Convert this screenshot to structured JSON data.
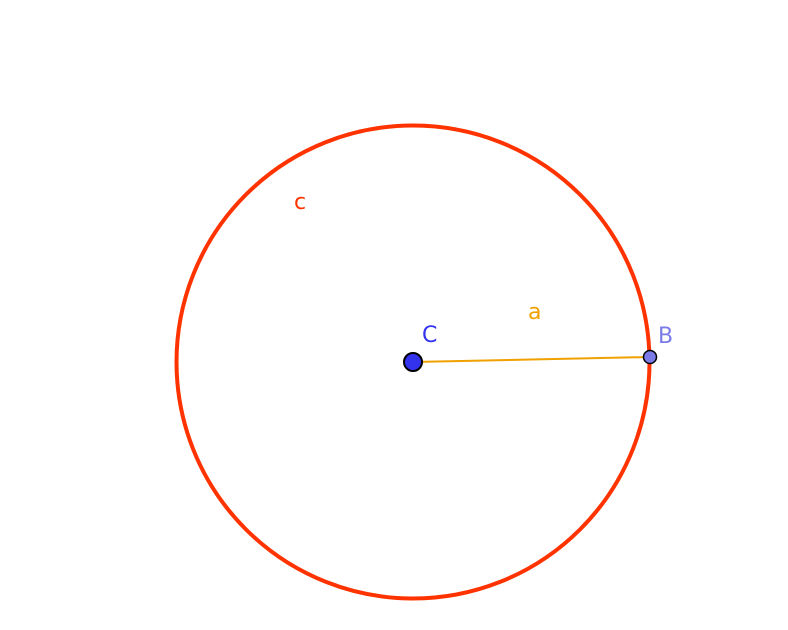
{
  "diagram": {
    "objects": {
      "circle": {
        "label": "c",
        "color": "#ff3300"
      },
      "segment": {
        "label": "a",
        "color": "#f0a000"
      },
      "center_point": {
        "label": "C",
        "color": "#3333ee"
      },
      "point_on_circle": {
        "label": "B",
        "color": "#7b7be8"
      }
    }
  }
}
